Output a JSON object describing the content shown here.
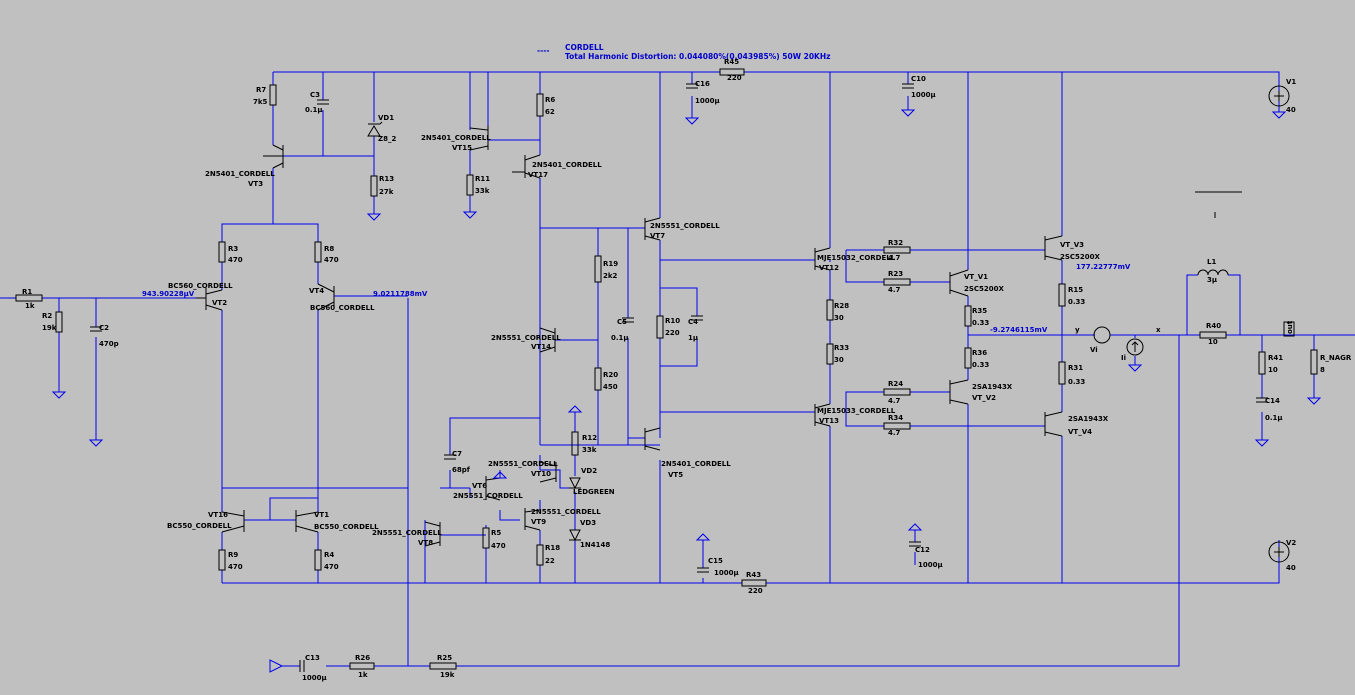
{
  "annotation": {
    "dashes": "----",
    "title": "CORDELL",
    "thd": "Total Harmonic Distortion: 0.044080%(0.043985%)  50W 20KHz"
  },
  "voltages": {
    "n1": "943.90228µV",
    "n2": "9.0211788mV",
    "n3": "177.22777mV",
    "n4": "-9.2746115mV"
  },
  "nets": {
    "y": "y",
    "x": "x",
    "out": "out"
  },
  "parts": {
    "R1": [
      "R1",
      "1k"
    ],
    "R2": [
      "R2",
      "19k"
    ],
    "C2": [
      "C2",
      "470p"
    ],
    "R7": [
      "R7",
      "7k5"
    ],
    "C3": [
      "C3",
      "0.1µ"
    ],
    "VD1": [
      "VD1",
      "Z8_2"
    ],
    "R13": [
      "R13",
      "27k"
    ],
    "VT3": [
      "2N5401_CORDELL",
      "VT3"
    ],
    "R3": [
      "R3",
      "470"
    ],
    "R8": [
      "R8",
      "470"
    ],
    "VT2": [
      "BC560_CORDELL",
      "VT2"
    ],
    "VT4": [
      "VT4",
      "BC560_CORDELL"
    ],
    "VT16": [
      "VT16",
      "BC550_CORDELL"
    ],
    "VT1": [
      "VT1",
      "BC550_CORDELL"
    ],
    "R9": [
      "R9",
      "470"
    ],
    "R4": [
      "R4",
      "470"
    ],
    "VT15": [
      "2N5401_CORDELL",
      "VT15"
    ],
    "R11": [
      "R11",
      "33k"
    ],
    "R6": [
      "R6",
      "62"
    ],
    "VT17": [
      "2N5401_CORDELL",
      "VT17"
    ],
    "R19": [
      "R19",
      "2k2"
    ],
    "C5": [
      "C5",
      "0.1µ"
    ],
    "VT14": [
      "2N5551_CORDELL",
      "VT14"
    ],
    "R20": [
      "R20",
      "450"
    ],
    "C7": [
      "C7",
      "68pf"
    ],
    "VT10": [
      "2N5551_CORDELL",
      "VT10"
    ],
    "VT6": [
      "VT6",
      "2N5551_CORDELL"
    ],
    "VT9": [
      "2N5551_CORDELL",
      "VT9"
    ],
    "VT8": [
      "2N5551_CORDELL",
      "VT8"
    ],
    "R5": [
      "R5",
      "470"
    ],
    "R18": [
      "R18",
      "22"
    ],
    "R12": [
      "R12",
      "33k"
    ],
    "VD2": [
      "VD2",
      "LEDGREEN"
    ],
    "VD3": [
      "VD3",
      "1N4148"
    ],
    "VT7": [
      "2N5551_CORDELL",
      "VT7"
    ],
    "R10": [
      "R10",
      "220"
    ],
    "C4": [
      "C4",
      "1µ"
    ],
    "VT5": [
      "2N5401_CORDELL",
      "VT5"
    ],
    "C16": [
      "C16",
      "1000µ"
    ],
    "R45": [
      "R45",
      "220"
    ],
    "C10": [
      "C10",
      "1000µ"
    ],
    "VT12": [
      "MJE15032_CORDELL",
      "VT12"
    ],
    "R28": [
      "R28",
      "30"
    ],
    "R33": [
      "R33",
      "30"
    ],
    "VT13": [
      "MJE15033_CORDELL",
      "VT13"
    ],
    "R32": [
      "R32",
      "4.7"
    ],
    "R23": [
      "R23",
      "4.7"
    ],
    "R24": [
      "R24",
      "4.7"
    ],
    "R34": [
      "R34",
      "4.7"
    ],
    "VTV1": [
      "VT_V1",
      "2SC5200X"
    ],
    "R35": [
      "R35",
      "0.33"
    ],
    "R36": [
      "R36",
      "0.33"
    ],
    "VTV2": [
      "2SA1943X",
      "VT_V2"
    ],
    "VTV3": [
      "VT_V3",
      "2SC5200X"
    ],
    "R15": [
      "R15",
      "0.33"
    ],
    "R31": [
      "R31",
      "0.33"
    ],
    "VTV4": [
      "2SA1943X",
      "VT_V4"
    ],
    "V1": [
      "V1",
      "40"
    ],
    "V2": [
      "V2",
      "40"
    ],
    "L1": [
      "L1",
      "3µ"
    ],
    "R40": [
      "R40",
      "10"
    ],
    "R41": [
      "R41",
      "10"
    ],
    "C14": [
      "C14",
      "0.1µ"
    ],
    "RNAGR": [
      "R_NAGR",
      "8"
    ],
    "Vi": [
      "Vi"
    ],
    "Ii": [
      "Ii"
    ],
    "C15": [
      "C15",
      "1000µ"
    ],
    "R43": [
      "R43",
      "220"
    ],
    "C12": [
      "C12",
      "1000µ"
    ],
    "C13": [
      "C13",
      "1000µ"
    ],
    "R26": [
      "R26",
      "1k"
    ],
    "R25": [
      "R25",
      "19k"
    ]
  }
}
